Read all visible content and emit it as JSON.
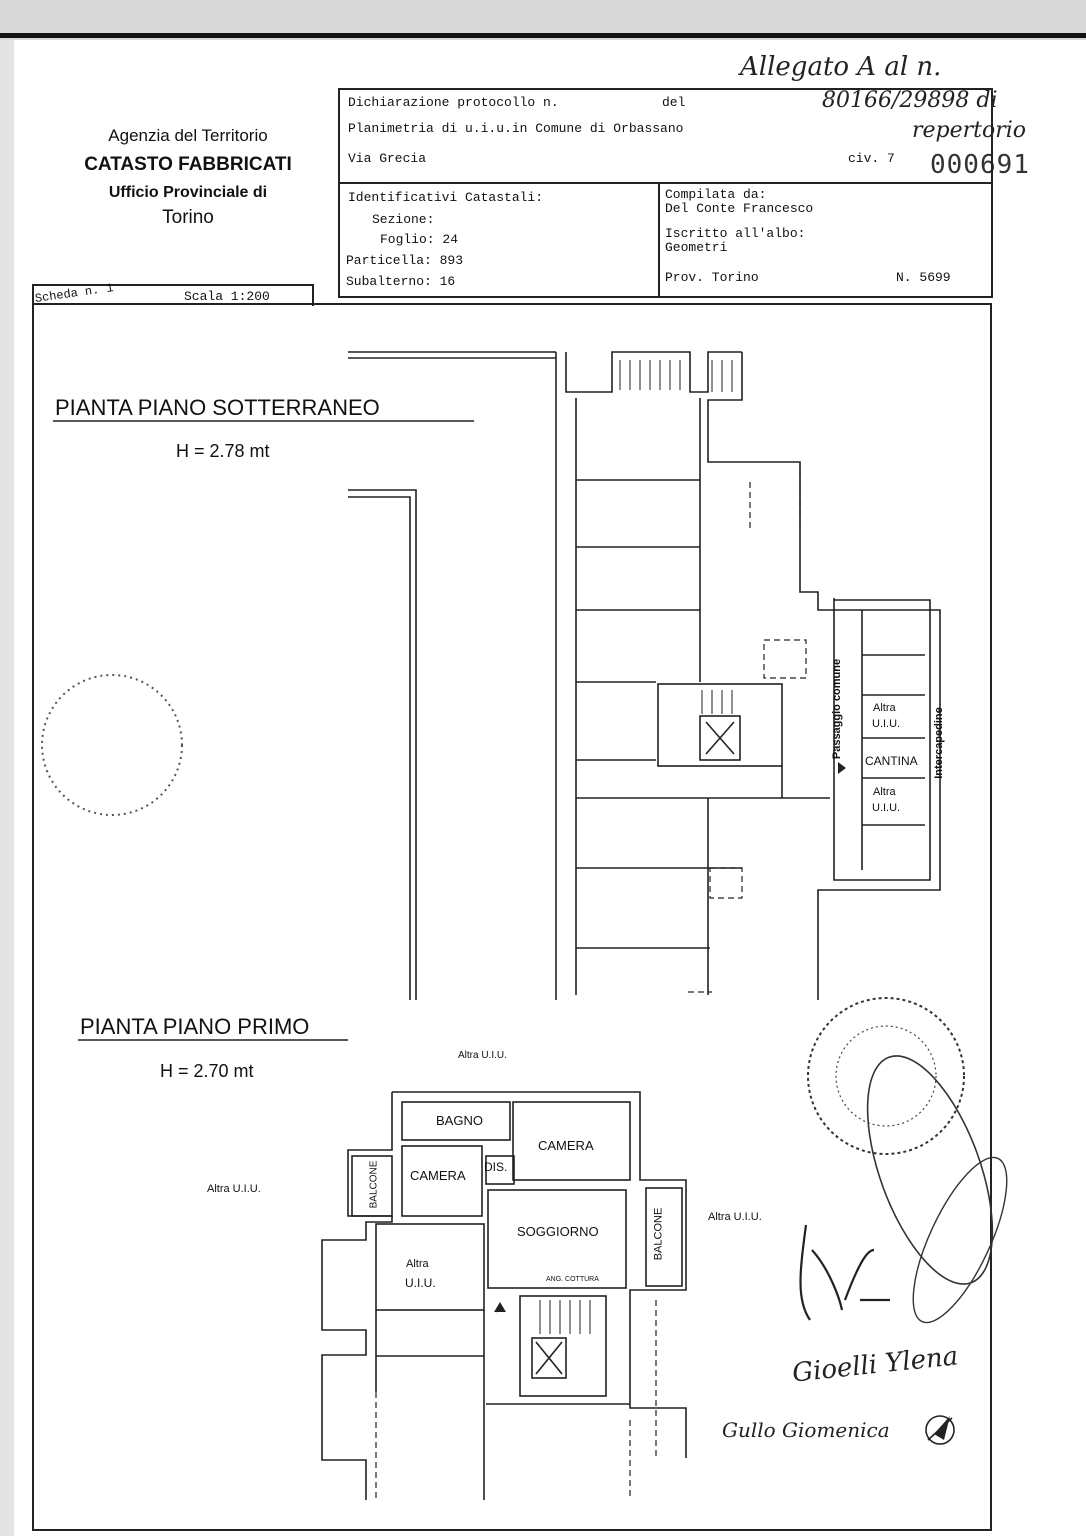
{
  "handwritten": {
    "allegato": "Allegato A al n.",
    "numbers": "80166/29898 di",
    "repertorio": "repertorio",
    "stamp_number": "000691",
    "signature1": "Gioelli Ylena",
    "signature2": "Gullo Giomenica"
  },
  "agency": {
    "line1": "Agenzia del Territorio",
    "line2": "CATASTO FABBRICATI",
    "line3": "Ufficio Provinciale di",
    "line4": "Torino"
  },
  "header": {
    "dichiarazione": "Dichiarazione protocollo n.",
    "del": "del",
    "planimetria": "Planimetria di u.i.u.in Comune di Orbassano",
    "via": "Via Grecia",
    "civ": "civ. 7",
    "identificativi": "Identificativi Catastali:",
    "sezione": "Sezione:",
    "foglio": "Foglio: 24",
    "particella": "Particella: 893",
    "subalterno": "Subalterno: 16",
    "compilata": "Compilata da:",
    "compilatore": "Del Conte Francesco",
    "iscritto": "Iscritto all'albo:",
    "albo": "Geometri",
    "prov": "Prov. Torino",
    "numero": "N. 5699"
  },
  "scheda": {
    "label": "Scheda n. 1",
    "scala": "Scala 1:200"
  },
  "plan_basement": {
    "title": "PIANTA PIANO SOTTERRANEO",
    "height": "H = 2.78 mt",
    "passaggio": "Passaggio comune",
    "intercapedine": "Intercapedine",
    "altra1a": "Altra",
    "altra1b": "U.I.U.",
    "cantina": "CANTINA",
    "altra2a": "Altra",
    "altra2b": "U.I.U."
  },
  "plan_first": {
    "title": "PIANTA PIANO PRIMO",
    "height": "H = 2.70 mt",
    "altra_top": "Altra U.I.U.",
    "altra_left": "Altra U.I.U.",
    "altra_right": "Altra U.I.U.",
    "bagno": "BAGNO",
    "camera1": "CAMERA",
    "camera2": "CAMERA",
    "dis": "DIS.",
    "balcone_left": "BALCONE",
    "balcone_right": "BALCONE",
    "soggiorno": "SOGGIORNO",
    "ang_cottura": "ANG. COTTURA",
    "altra_inner_a": "Altra",
    "altra_inner_b": "U.I.U."
  }
}
